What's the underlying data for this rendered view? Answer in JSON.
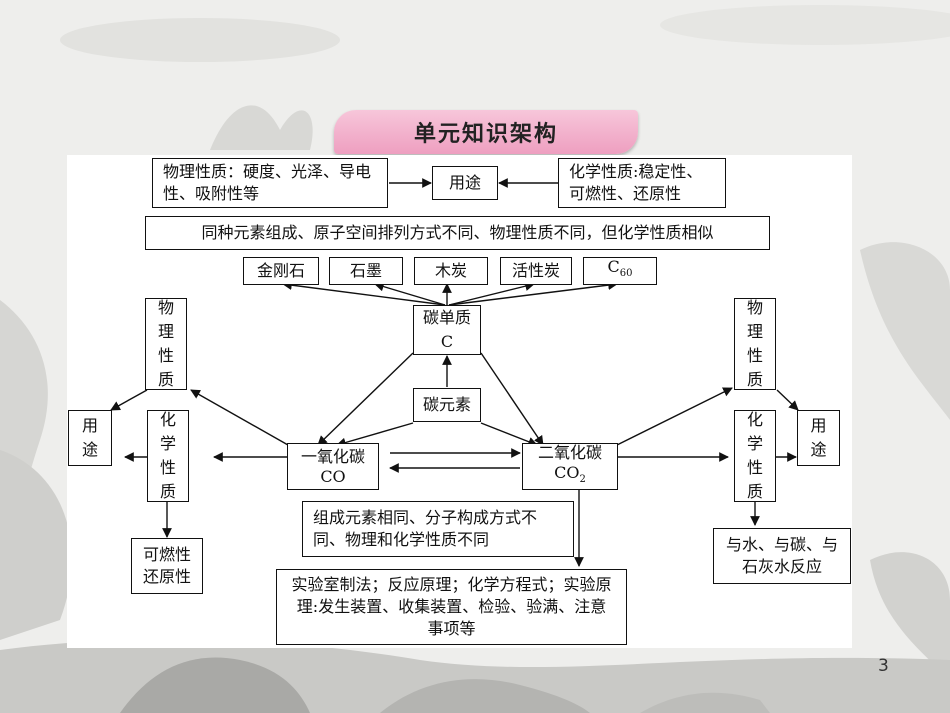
{
  "title": "单元知识架构",
  "page_number": "3",
  "nodes": {
    "physical_props": "物理性质：硬度、光泽、导电性、吸附性等",
    "uses_top": "用途",
    "chemical_props": "化学性质:稳定性、可燃性、还原性",
    "allotrope_note": "同种元素组成、原子空间排列方式不同、物理性质不同，但化学性质相似",
    "diamond": "金刚石",
    "graphite": "石墨",
    "charcoal": "木炭",
    "activated_carbon": "活性炭",
    "c60_base": "C",
    "c60_sub": "60",
    "carbon_simple_name": "碳单质",
    "carbon_simple_formula": "C",
    "carbon_element": "碳元素",
    "co_name": "一氧化碳",
    "co_formula": "CO",
    "co2_name": "二氧化碳",
    "co2_formula_base": "CO",
    "co2_formula_sub": "2",
    "co_co2_note": "组成元素相同、分子构成方式不同、物理和化学性质不同",
    "lab_note": "实验室制法；反应原理；化学方程式；实验原理:发生装置、收集装置、检验、验满、注意事项等",
    "left_physical": "物理性质",
    "left_uses": "用途",
    "left_chemical": "化学性质",
    "left_flammable": "可燃性还原性",
    "right_physical": "物理性质",
    "right_uses": "用途",
    "right_chemical": "化学性质",
    "right_reactions": "与水、与碳、与石灰水反应"
  },
  "colors": {
    "banner": "#f2b2cc",
    "panel": "#ffffff",
    "line": "#111111"
  }
}
